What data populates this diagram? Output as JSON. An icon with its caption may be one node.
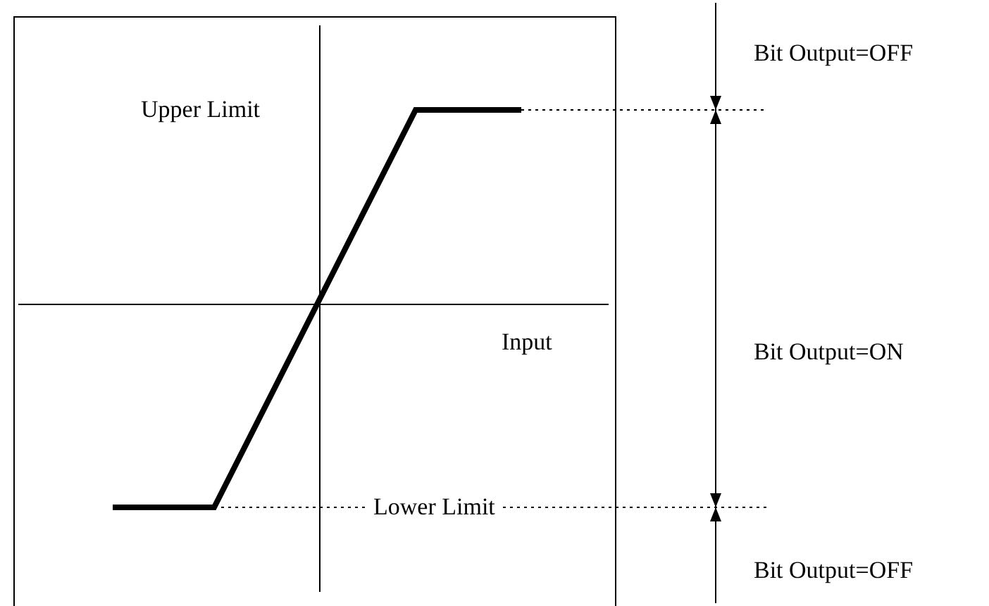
{
  "diagram": {
    "labels": [
      "Upper Limit",
      "Input",
      "Lower Limit",
      "Bit Output=OFF",
      "Bit Output=ON",
      "Bit Output=OFF"
    ]
  }
}
